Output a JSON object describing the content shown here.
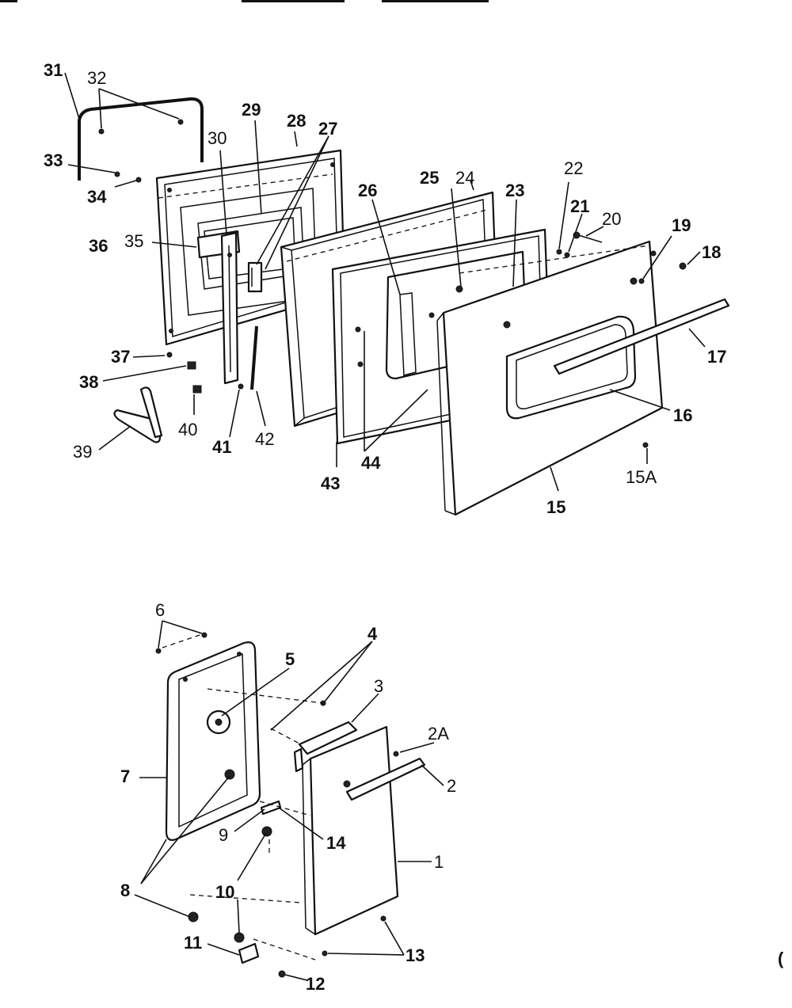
{
  "upper_assembly": {
    "labels": {
      "p31": "31",
      "p32": "32",
      "p33": "33",
      "p34": "34",
      "p36": "36",
      "p35": "35",
      "p30": "30",
      "p29": "29",
      "p28": "28",
      "p27": "27",
      "p26": "26",
      "p25": "25",
      "p24": "24",
      "p23": "23",
      "p22": "22",
      "p21": "21",
      "p20": "20",
      "p19": "19",
      "p18": "18",
      "p17": "17",
      "p16": "16",
      "p15": "15",
      "p15a": "15A",
      "p37": "37",
      "p38": "38",
      "p39": "39",
      "p40": "40",
      "p41": "41",
      "p42": "42",
      "p43": "43",
      "p44": "44"
    }
  },
  "lower_assembly": {
    "labels": {
      "p6": "6",
      "p5": "5",
      "p4": "4",
      "p3": "3",
      "p2a": "2A",
      "p2": "2",
      "p7": "7",
      "p1": "1",
      "p9": "9",
      "p14": "14",
      "p8": "8",
      "p10": "10",
      "p11": "11",
      "p12": "12",
      "p13": "13"
    }
  },
  "edge_mark": "("
}
